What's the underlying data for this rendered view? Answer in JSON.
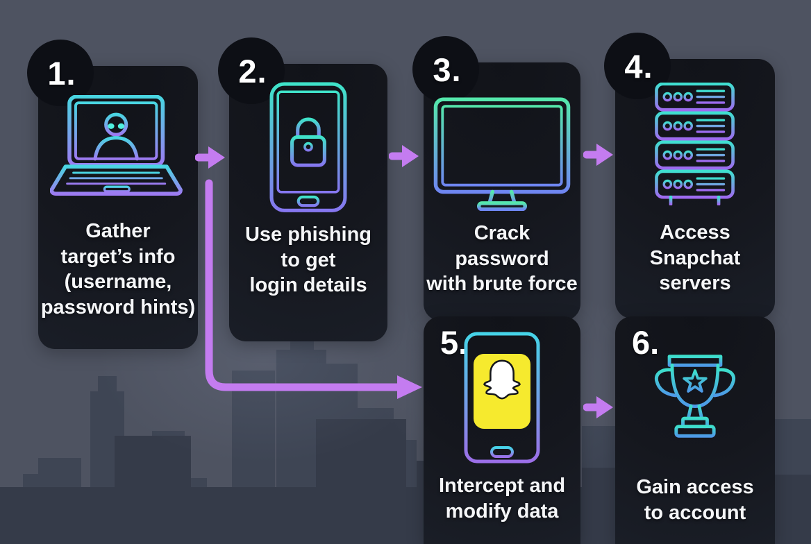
{
  "palette": {
    "background": "#4e5361",
    "skyline_back": "#3e4554",
    "skyline_front": "#353b49",
    "card_background": "#15171e",
    "badge_background": "#0d0f15",
    "text": "#f5f6f8",
    "arrow_purple": "#c47cf0",
    "icon_teal": "#3fe0d0",
    "icon_purple": "#9d7bf2",
    "icon_blue": "#4e9ae8",
    "hacker_eyes_teal": "#4ff0e0",
    "snapchat_yellow": "#f6ea2e",
    "ghost_white": "#ffffff"
  },
  "steps": [
    {
      "number": "1.",
      "icon": "laptop-hacker-icon",
      "label": "Gather\ntarget’s info\n(username,\npassword hints)"
    },
    {
      "number": "2.",
      "icon": "phone-lock-icon",
      "label": "Use phishing\nto get\nlogin details"
    },
    {
      "number": "3.",
      "icon": "monitor-code-icon",
      "label": "Crack\npassword\nwith brute force"
    },
    {
      "number": "4.",
      "icon": "server-rack-icon",
      "label": "Access\nSnapchat\nservers"
    },
    {
      "number": "5.",
      "icon": "phone-snapchat-icon",
      "label": "Intercept and\nmodify data"
    },
    {
      "number": "6.",
      "icon": "trophy-icon",
      "label": "Gain access\nto account"
    }
  ],
  "connections": [
    {
      "from": "1",
      "to": "2",
      "type": "straight-arrow"
    },
    {
      "from": "2",
      "to": "3",
      "type": "straight-arrow"
    },
    {
      "from": "3",
      "to": "4",
      "type": "straight-arrow"
    },
    {
      "from": "1",
      "to": "5",
      "type": "elbow-arrow"
    },
    {
      "from": "5",
      "to": "6",
      "type": "straight-arrow"
    }
  ]
}
